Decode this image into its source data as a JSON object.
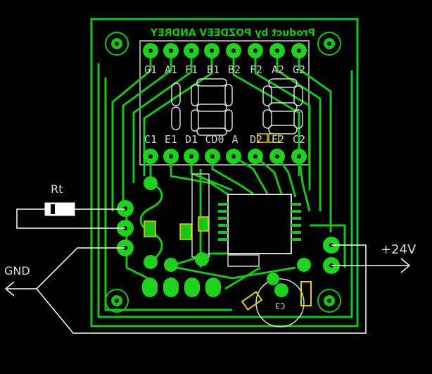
{
  "board": {
    "title_mirrored": "Product by POZDEEV ANDREY",
    "top_pins": [
      "G1",
      "A1",
      "F1",
      "B1",
      "B2",
      "F2",
      "A2",
      "G2"
    ],
    "bottom_pins": [
      "C1",
      "E1",
      "D1",
      "CD0",
      "A",
      "D2",
      "E2",
      "C2"
    ],
    "display_digits": [
      "1",
      "8",
      "8"
    ],
    "external_labels": {
      "resistor": "Rt",
      "ground": "GND",
      "supply": "+24V"
    },
    "colors": {
      "background": "#000000",
      "copper": "#19c51a",
      "silkscreen": "#cfcfcf",
      "wires": "#ffffff",
      "components": "#e6d000"
    },
    "icons": [
      "mounting-hole-icon",
      "resistor-icon",
      "arrow-left-icon",
      "arrow-right-icon",
      "ic-chip-icon",
      "capacitor-icon"
    ]
  }
}
